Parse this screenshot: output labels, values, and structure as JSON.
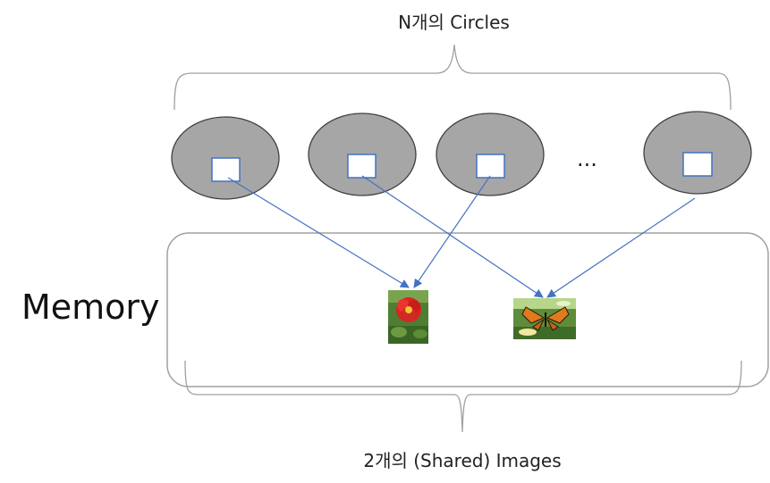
{
  "labels": {
    "top": "N개의 Circles",
    "bottom": "2개의 (Shared) Images",
    "memory": "Memory",
    "ellipsis": "..."
  },
  "colors": {
    "circle_fill": "#a6a6a6",
    "circle_stroke": "#404040",
    "square_stroke": "#4472c4",
    "arrow": "#4472c4",
    "memory_border": "#a0a0a0",
    "brace": "#a0a0a0"
  },
  "icons": {
    "flower": "red-flower-image",
    "butterfly": "orange-butterfly-image"
  }
}
